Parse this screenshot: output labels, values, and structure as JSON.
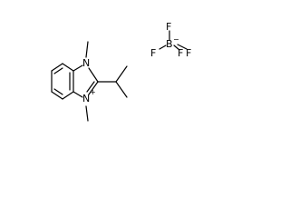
{
  "diagram": {
    "cation": {
      "n1_label": "N",
      "n3_label": "N",
      "n3_charge": "+"
    },
    "anion": {
      "boron_label": "B",
      "fluorine_top": "F",
      "fluorine_left": "F",
      "fluorine_right_1": "F",
      "fluorine_right_2": "F",
      "boron_charge": "−"
    }
  }
}
